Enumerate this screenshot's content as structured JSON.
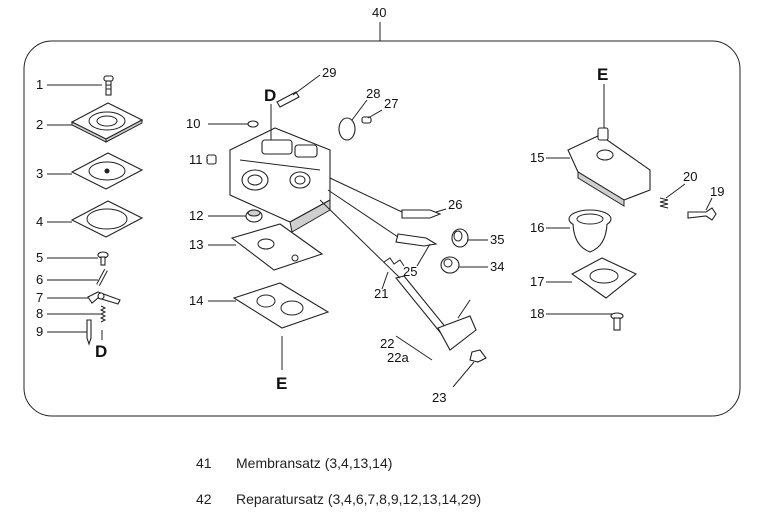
{
  "assembly": {
    "number": "40"
  },
  "parts": [
    "1",
    "2",
    "3",
    "4",
    "5",
    "6",
    "7",
    "8",
    "9",
    "10",
    "11",
    "12",
    "13",
    "14",
    "15",
    "16",
    "17",
    "18",
    "19",
    "20",
    "21",
    "22",
    "22a",
    "23",
    "25",
    "26",
    "27",
    "28",
    "29",
    "34",
    "35"
  ],
  "markers": {
    "d": "D",
    "e": "E"
  },
  "kits": [
    {
      "number": "41",
      "description": "Membransatz (3,4,13,14)"
    },
    {
      "number": "42",
      "description": "Reparatursatz (3,4,6,7,8,9,12,13,14,29)"
    }
  ]
}
